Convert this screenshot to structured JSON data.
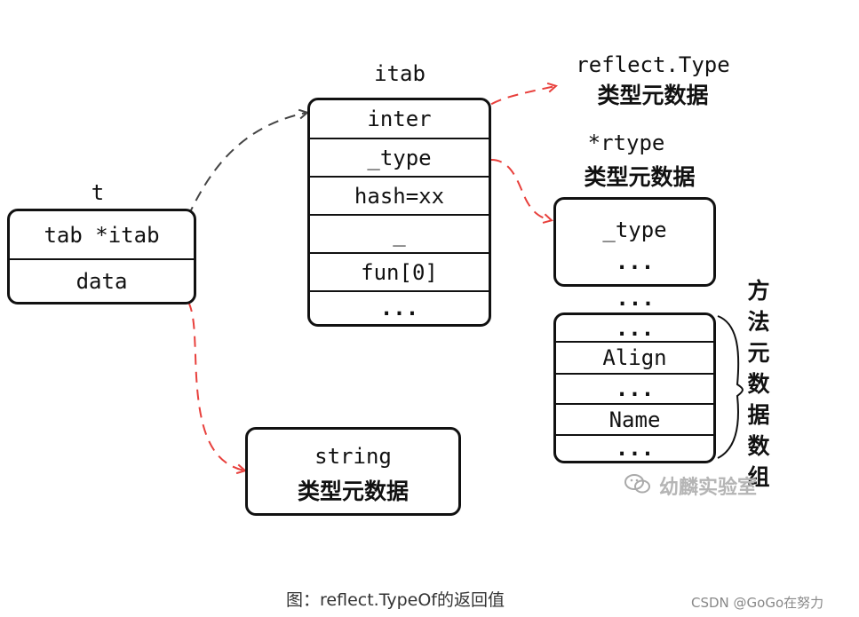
{
  "t_box": {
    "title": "t",
    "rows": [
      "tab *itab",
      "data"
    ]
  },
  "itab_box": {
    "title": "itab",
    "rows": [
      "inter",
      "_type",
      "hash=xx",
      "_",
      "fun[0]",
      "..."
    ]
  },
  "reflect_type": {
    "mono": "reflect.Type",
    "cn": "类型元数据"
  },
  "rtype": {
    "mono": "*rtype",
    "cn": "类型元数据",
    "box_rows": [
      "_type",
      "..."
    ],
    "between": "..."
  },
  "methods_box": {
    "rows": [
      "...",
      "Align",
      "...",
      "Name",
      "..."
    ],
    "vertical_label": [
      "方",
      "法",
      "元",
      "数",
      "据",
      "数",
      "组"
    ]
  },
  "string_box": {
    "mono": "string",
    "cn": "类型元数据"
  },
  "watermark": "幼麟实验室",
  "caption": "图：reflect.TypeOf的返回值",
  "credit": "CSDN @GoGo在努力",
  "colors": {
    "red_arrow": "#e8403c",
    "gray_arrow": "#444444",
    "border": "#111111"
  }
}
